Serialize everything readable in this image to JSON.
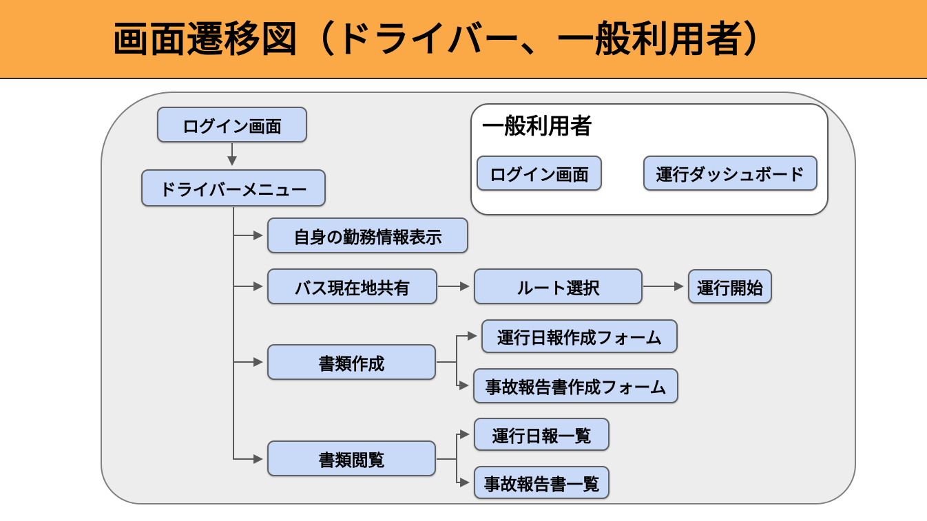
{
  "header": {
    "title": "画面遷移図（ドライバー、一般利用者）"
  },
  "driver_flow": {
    "login": "ログイン画面",
    "driver_menu": "ドライバーメニュー",
    "work_info": "自身の勤務情報表示",
    "bus_location_share": "バス現在地共有",
    "route_select": "ルート選択",
    "operation_start": "運行開始",
    "doc_create": "書類作成",
    "daily_report_form": "運行日報作成フォーム",
    "accident_report_form": "事故報告書作成フォーム",
    "doc_view": "書類閲覧",
    "daily_report_list": "運行日報一覧",
    "accident_report_list": "事故報告書一覧"
  },
  "general_user": {
    "title": "一般利用者",
    "login": "ログイン画面",
    "dashboard": "運行ダッシュボード"
  },
  "colors": {
    "header_bg": "#fba947",
    "container_fill": "#ededed",
    "panel_fill": "#ffffff",
    "node_fill": "#c9daf8",
    "node_border": "#616161",
    "arrow_color": "#595959"
  }
}
